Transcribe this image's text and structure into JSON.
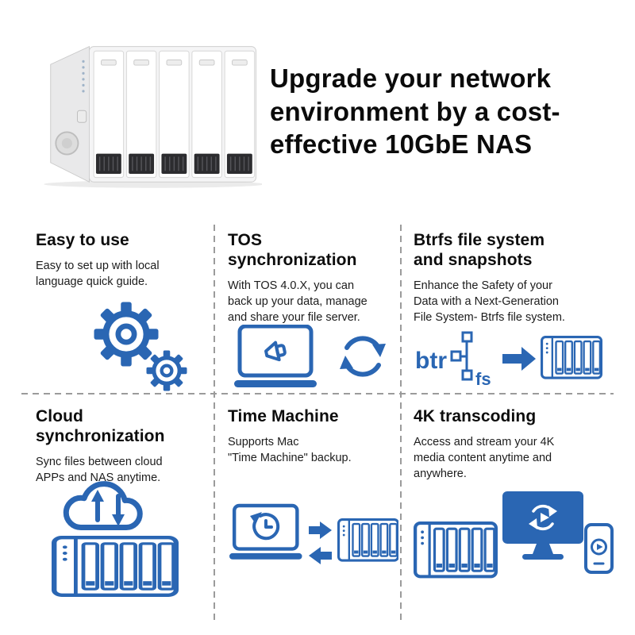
{
  "colors": {
    "accent_blue": "#2a66b3",
    "heading_text": "#0d0d0d",
    "body_text": "#1c1c1c",
    "divider_gray": "#9b9b9b",
    "background": "#ffffff"
  },
  "hero": {
    "headline": "Upgrade your network\nenvironment by a cost-\neffective 10GbE NAS",
    "product_image": "five-bay-nas-photo"
  },
  "features": [
    {
      "title": "Easy to use",
      "body": "Easy to set up with local\nlanguage quick guide.",
      "icon": "gears-icon"
    },
    {
      "title": "TOS synchronization",
      "body": "With TOS 4.0.X, you can\nback up your data, manage\nand share your file server.",
      "icon": "laptop-sync-icon"
    },
    {
      "title": "Btrfs file system\nand snapshots",
      "body": "Enhance the Safety of your\nData with a Next-Generation\nFile System- Btrfs file system.",
      "icon": "btrfs-to-nas-icon",
      "icon_text": {
        "btr": "btr",
        "fs": "fs"
      }
    },
    {
      "title": "Cloud synchronization",
      "body": "Sync files between cloud\nAPPs and NAS anytime.",
      "icon": "cloud-arrows-nas-icon"
    },
    {
      "title": "Time Machine",
      "body": "Supports Mac\n\"Time Machine\" backup.",
      "icon": "laptop-timemachine-nas-icon"
    },
    {
      "title": "4K transcoding",
      "body": "Access and stream your 4K\nmedia content anytime and\nanywhere.",
      "icon": "nas-monitor-phone-icon"
    }
  ]
}
